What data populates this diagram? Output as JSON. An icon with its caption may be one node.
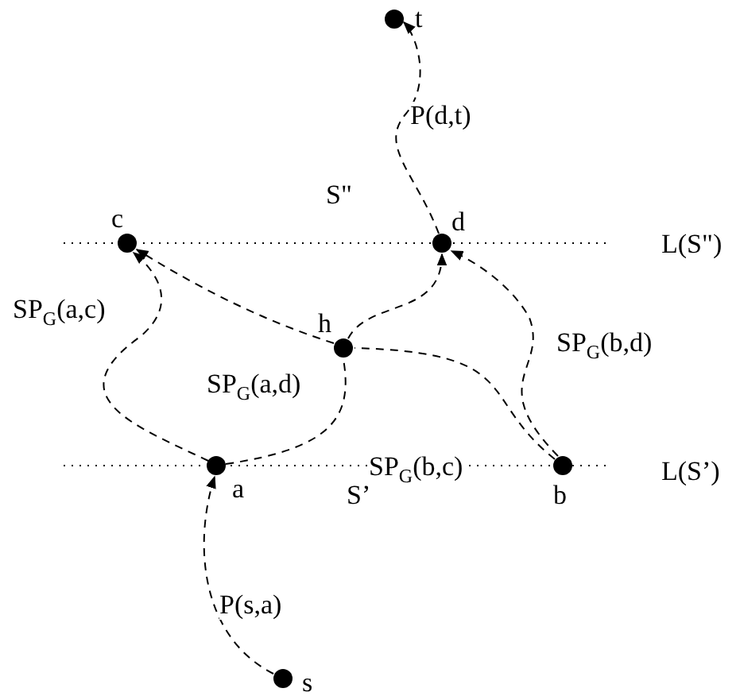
{
  "diagram": {
    "nodes": [
      {
        "text": [],
        "shape": "circle",
        "beside": [
          "t"
        ]
      },
      {
        "text": [],
        "shape": "circle",
        "beside": [
          "c"
        ]
      },
      {
        "text": [],
        "shape": "circle",
        "beside": [
          "d"
        ]
      },
      {
        "text": [],
        "shape": "circle",
        "beside": [
          "h"
        ]
      },
      {
        "text": [],
        "shape": "circle",
        "beside": [
          "a"
        ]
      },
      {
        "text": [],
        "shape": "circle",
        "beside": [
          "b"
        ]
      },
      {
        "text": [],
        "shape": "circle",
        "beside": [
          "s"
        ]
      }
    ],
    "edges": [
      {
        "from": 6,
        "to": 4,
        "arrow": "to",
        "label": "P(s,a)",
        "style": "dashed"
      },
      {
        "from": 4,
        "to": 1,
        "arrow": "to",
        "label": "SP$_{G}$(a,c)",
        "style": "dashed"
      },
      {
        "from": 4,
        "to": 3,
        "arrow": "none",
        "label": "SP$_{G}$(a,d)",
        "style": "dashed"
      },
      {
        "from": 3,
        "to": 2,
        "arrow": "to",
        "style": "dashed"
      },
      {
        "from": 5,
        "to": 3,
        "arrow": "none",
        "label": "SP$_{G}$(b,c)",
        "style": "dashed"
      },
      {
        "from": 3,
        "to": 1,
        "arrow": "to",
        "style": "dashed"
      },
      {
        "from": 5,
        "to": 2,
        "arrow": "to",
        "label": "SP$_{G}$(b,d)",
        "style": "dashed"
      },
      {
        "from": 2,
        "to": 0,
        "arrow": "to",
        "label": "P(d,t)",
        "style": "dashed"
      }
    ],
    "labels": [
      "S\"",
      "L(S\")",
      "S’",
      "L(S’)"
    ]
  }
}
